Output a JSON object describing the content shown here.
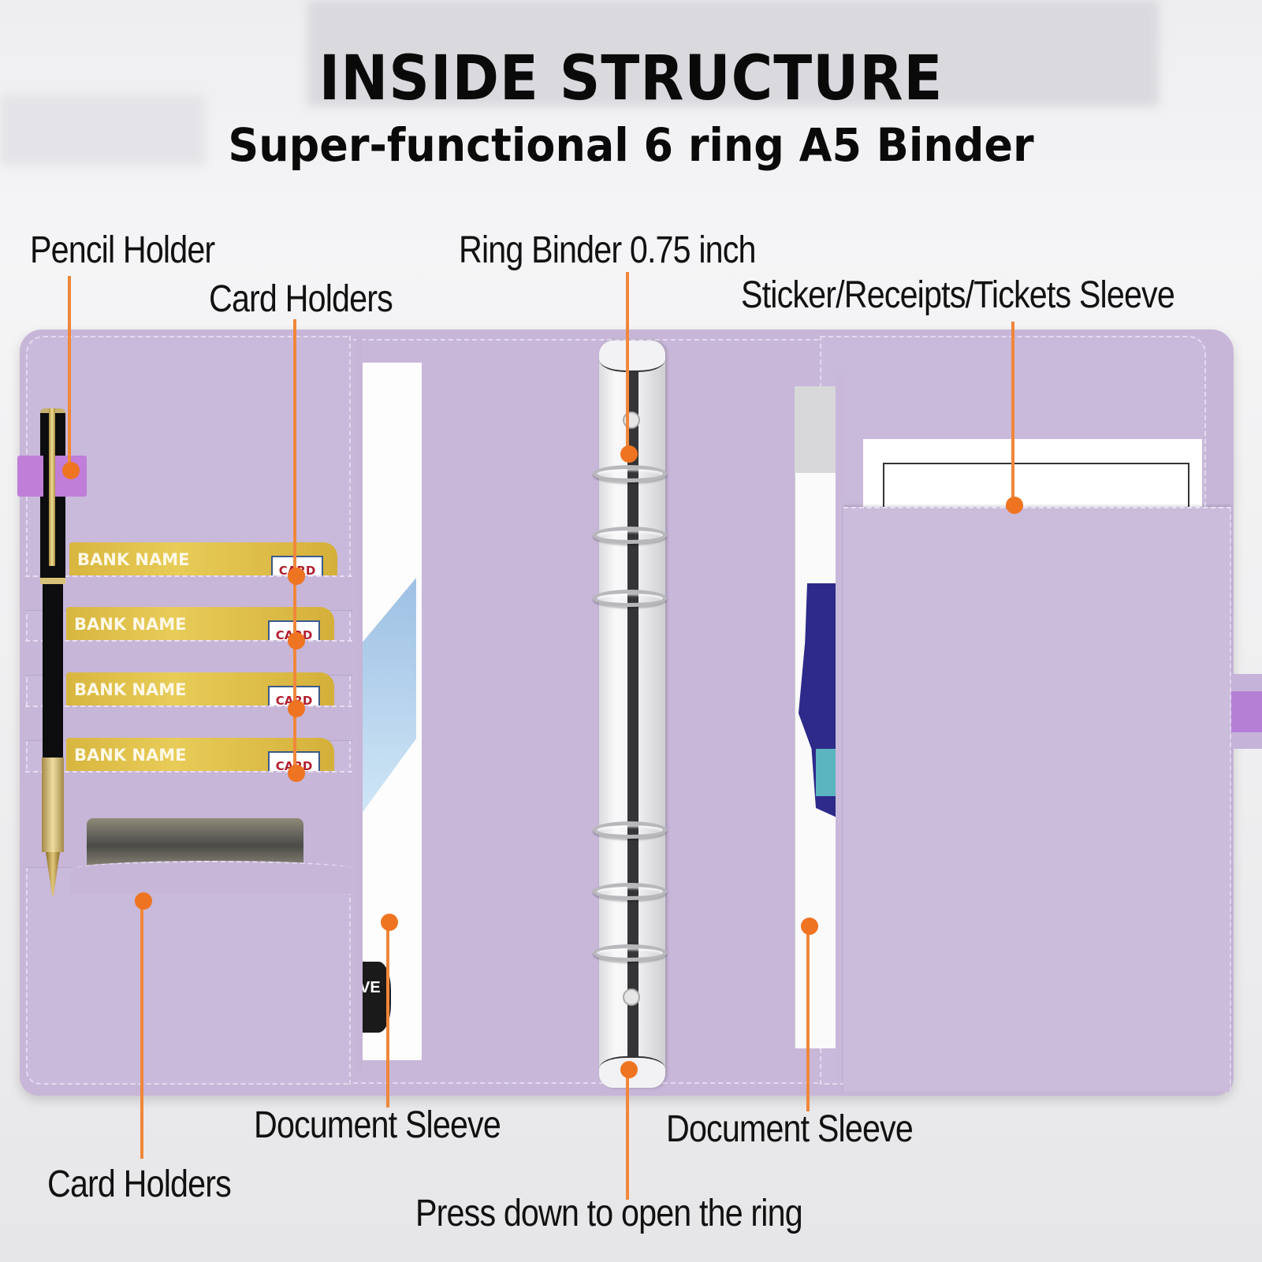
{
  "header": {
    "title": "INSIDE STRUCTURE",
    "subtitle": "Super-functional 6 ring A5 Binder"
  },
  "callouts": {
    "pencil_holder": "Pencil Holder",
    "card_holders_top": "Card Holders",
    "ring_binder": "Ring Binder 0.75 inch",
    "sticker_sleeve": "Sticker/Receipts/Tickets Sleeve",
    "document_sleeve_left": "Document Sleeve",
    "document_sleeve_right": "Document Sleeve",
    "card_holders_bottom": "Card Holders",
    "press_ring": "Press down to open the ring"
  },
  "cards": [
    {
      "bank": "BANK NAME",
      "badge": "CARD"
    },
    {
      "bank": "BANK NAME",
      "badge": "CARD"
    },
    {
      "bank": "BANK NAME",
      "badge": "CARD"
    },
    {
      "bank": "BANK NAME",
      "badge": "CARD"
    }
  ],
  "colors": {
    "leather": "#c8b6d8",
    "accent_orange": "#ef7422",
    "strap": "#b57fd6",
    "card_gold": "#e2c24e"
  }
}
